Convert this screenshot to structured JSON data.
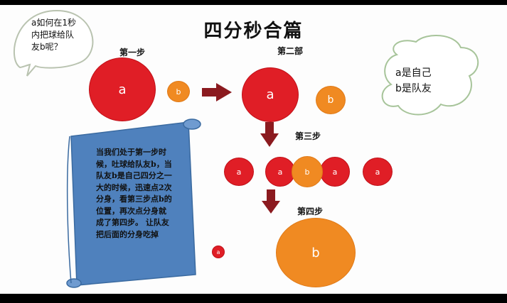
{
  "title": "四分秒合篇",
  "speech_bubble": {
    "lines": [
      "a如何在1秒",
      "内把球给队",
      "友b呢？"
    ]
  },
  "cloud_note": {
    "lines": [
      "a是自己",
      "b是队友"
    ]
  },
  "steps": {
    "step1": "第一步",
    "step2": "第二部",
    "step3": "第三步",
    "step4": "第四步"
  },
  "ball_labels": {
    "a": "a",
    "b": "b"
  },
  "scroll_note": {
    "lines": [
      "当我们处于第一步时",
      "候，吐球给队友b，当",
      "队友b是自己四分之一",
      "大的时候，迅速点2次",
      "分身，看第三步点b的",
      "位置，再次点分身就",
      "成了第四步。 让队友",
      "把后面的分身吃掉"
    ]
  },
  "colors": {
    "red_ball": "#e01e26",
    "orange_ball": "#f08a22",
    "arrow": "#8b1a1f",
    "scroll": "#4f81bd"
  }
}
